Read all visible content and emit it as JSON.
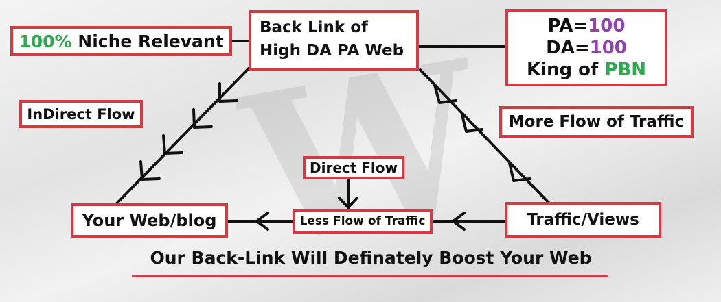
{
  "diagram": {
    "niche": {
      "percent": "100%",
      "text": "Niche Relevant"
    },
    "backlink": {
      "line1": "Back Link of",
      "line2": "High DA PA Web"
    },
    "stats": {
      "pa_label": "PA=",
      "pa_value": "100",
      "da_label": "DA=",
      "da_value": "100",
      "king_label": "King of ",
      "king_value": "PBN"
    },
    "indirect_flow": "InDirect Flow",
    "more_flow": "More Flow of Traffic",
    "direct_flow": "Direct Flow",
    "your_web": "Your Web/blog",
    "less_flow": "Less Flow of Traffic",
    "traffic_views": "Traffic/Views",
    "footer": "Our Back-Link Will Definately Boost Your Web"
  },
  "colors": {
    "border": "#d33a44",
    "green": "#2fa84f",
    "purple": "#8e44ad",
    "line": "#111111"
  }
}
